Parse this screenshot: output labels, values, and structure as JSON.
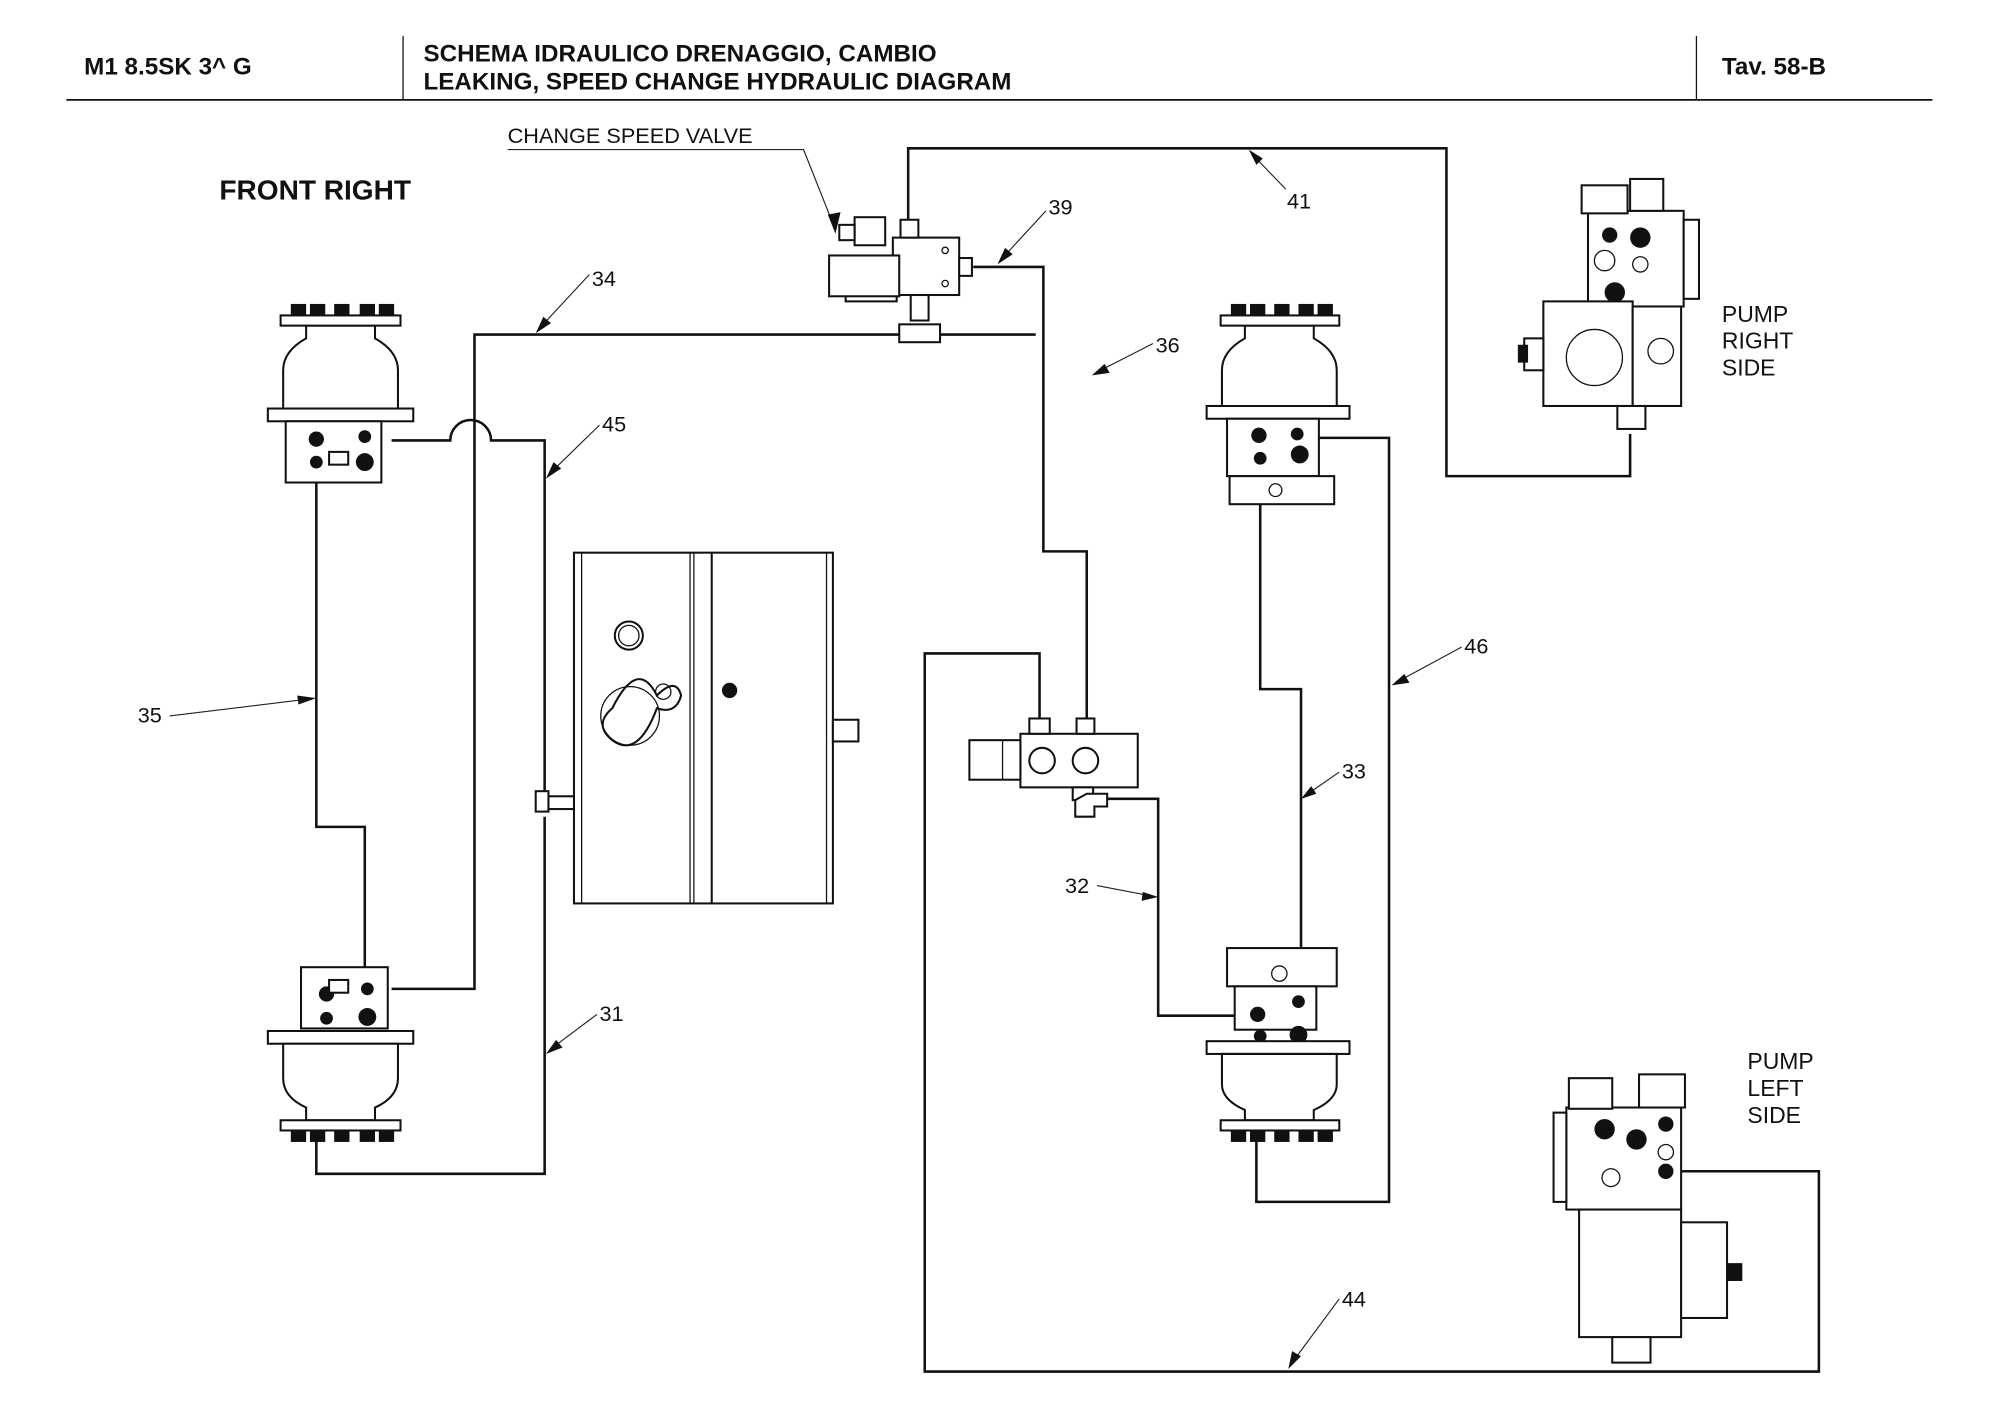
{
  "header": {
    "model": "M1 8.5SK 3^ G",
    "title_line1": "SCHEMA IDRAULICO DRENAGGIO, CAMBIO",
    "title_line2": "LEAKING, SPEED CHANGE HYDRAULIC DIAGRAM",
    "sheet": "Tav.  58-B"
  },
  "labels": {
    "view": "FRONT RIGHT",
    "change_speed_valve": "CHANGE SPEED VALVE",
    "pump_right": [
      "PUMP",
      "RIGHT",
      "SIDE"
    ],
    "pump_left": [
      "PUMP",
      "LEFT",
      "SIDE"
    ]
  },
  "callouts": [
    {
      "id": "c34",
      "text": "34"
    },
    {
      "id": "c39",
      "text": "39"
    },
    {
      "id": "c41",
      "text": "41"
    },
    {
      "id": "c36",
      "text": "36"
    },
    {
      "id": "c45",
      "text": "45"
    },
    {
      "id": "c35",
      "text": "35"
    },
    {
      "id": "c46",
      "text": "46"
    },
    {
      "id": "c33",
      "text": "33"
    },
    {
      "id": "c32",
      "text": "32"
    },
    {
      "id": "c31",
      "text": "31"
    },
    {
      "id": "c44",
      "text": "44"
    }
  ],
  "components": {
    "motor_front_left": "travel-motor",
    "motor_rear_left": "travel-motor",
    "motor_front_right": "travel-motor",
    "motor_rear_right": "travel-motor",
    "tank": "hydraulic-tank",
    "valve_top": "change-speed-valve",
    "valve_block": "distribution-block",
    "pump_right": "hydraulic-pump",
    "pump_left": "hydraulic-pump"
  }
}
